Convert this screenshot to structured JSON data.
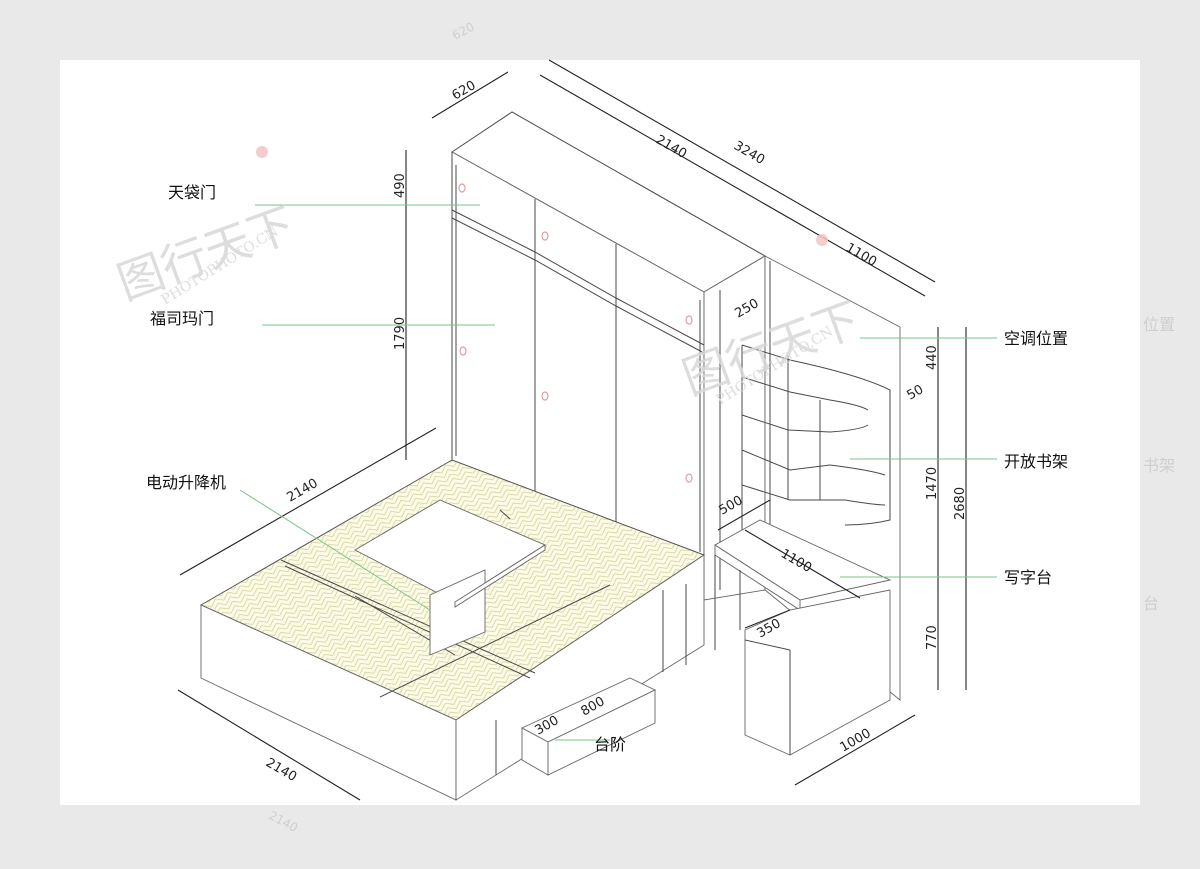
{
  "labels": {
    "tiandai_door": "天袋门",
    "formica_door": "福司玛门",
    "electric_lift": "电动升降机",
    "ac_position": "空调位置",
    "open_bookshelf": "开放书架",
    "writing_desk": "写字台",
    "step": "台阶"
  },
  "dimensions": {
    "d620": "620",
    "d2140_top": "2140",
    "d3240": "3240",
    "d1100_top": "1100",
    "d490": "490",
    "d1790": "1790",
    "d2140_left": "2140",
    "d2140_bottom": "2140",
    "d250": "250",
    "d50": "50",
    "d440": "440",
    "d1470": "1470",
    "d770": "770",
    "d2680": "2680",
    "d500": "500",
    "d1100_desk": "1100",
    "d350": "350",
    "d1000": "1000",
    "d800": "800",
    "d300": "300"
  },
  "background_ghost_text": {
    "g620": "620",
    "g_position": "位置",
    "g_bookshelf": "书架",
    "g_desk": "台",
    "g2140": "2140"
  },
  "watermark": {
    "brand": "图行天下",
    "url": "PHOTOPHOTO.CN"
  },
  "colors": {
    "leader_line": "#79c48a",
    "door_knob": "#d9a0a0",
    "floor_panel": "#fbfbe6"
  },
  "icons": [
    "seal-icon"
  ]
}
